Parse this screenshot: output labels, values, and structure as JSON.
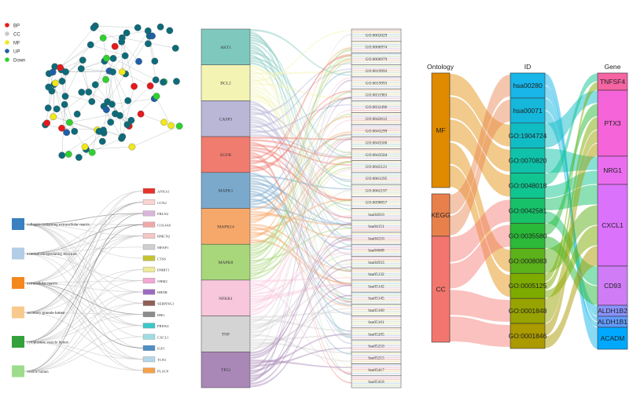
{
  "network": {
    "legend": [
      {
        "label": "BP",
        "color": "#e41a1c"
      },
      {
        "label": "CC",
        "color": "#c9c9c9"
      },
      {
        "label": "MF",
        "color": "#f2e71b"
      },
      {
        "label": "UP",
        "color": "#1f5fa8"
      },
      {
        "label": "Down",
        "color": "#2fd12f"
      }
    ]
  },
  "bipartite": {
    "left": [
      {
        "label": "collagen-containing extracellular matrix",
        "color": "#3a7fc0"
      },
      {
        "label": "external encapsulating structure",
        "color": "#b4cde7"
      },
      {
        "label": "extracellular matrix",
        "color": "#f5871f"
      },
      {
        "label": "secretory granule lumen",
        "color": "#f8c98d"
      },
      {
        "label": "cytoplasmic vesicle lumen",
        "color": "#34a13d"
      },
      {
        "label": "vesicle lumen",
        "color": "#9edc8d"
      }
    ],
    "genes": [
      {
        "label": "ANXA1",
        "color": "#e8332a"
      },
      {
        "label": "CCN2",
        "color": "#f8d5d3"
      },
      {
        "label": "FBLN2",
        "color": "#d9b6d9"
      },
      {
        "label": "COL4A6",
        "color": "#f1a8a8"
      },
      {
        "label": "HMCN2",
        "color": "#f4c8c6"
      },
      {
        "label": "MFAP1",
        "color": "#cfcfcf"
      },
      {
        "label": "CTSS",
        "color": "#c4c433"
      },
      {
        "label": "DMBT1",
        "color": "#eeea9a"
      },
      {
        "label": "ORM2",
        "color": "#f4a8d4"
      },
      {
        "label": "HRNR",
        "color": "#9c6bc1"
      },
      {
        "label": "SERPING1",
        "color": "#8f5f55"
      },
      {
        "label": "HRG",
        "color": "#8c8c8c"
      },
      {
        "label": "PRDX4",
        "color": "#3cc7c7"
      },
      {
        "label": "CXCL1",
        "color": "#9fdce3"
      },
      {
        "label": "IGF1",
        "color": "#4f8fc4"
      },
      {
        "label": "TCN1",
        "color": "#b6d6ea"
      },
      {
        "label": "PLAC8",
        "color": "#f5a14a"
      }
    ]
  },
  "sankey_mid": {
    "genes": [
      {
        "label": "AKT1",
        "color": "#7fc8bd"
      },
      {
        "label": "BCL2",
        "color": "#f3f3b3"
      },
      {
        "label": "CASP3",
        "color": "#b9b6d6"
      },
      {
        "label": "EGFR",
        "color": "#f07b6f"
      },
      {
        "label": "MAPK1",
        "color": "#7aa9cc"
      },
      {
        "label": "MAPK14",
        "color": "#f6a86b"
      },
      {
        "label": "MAPK8",
        "color": "#a8d67a"
      },
      {
        "label": "NFKB1",
        "color": "#f8c7dc"
      },
      {
        "label": "TNF",
        "color": "#d4d4d4"
      },
      {
        "label": "TP53",
        "color": "#a987b6"
      }
    ],
    "terms": [
      "GO:0002029",
      "GO:0006974",
      "GO:0006979",
      "GO:0019992",
      "GO:0019993",
      "GO:0031983",
      "GO:0032496",
      "GO:0042612",
      "GO:0043299",
      "GO:0043500",
      "GO:0043504",
      "GO:0045121",
      "GO:0061295",
      "GO:0062197",
      "GO:0098857",
      "hsa04010",
      "hsa04151",
      "hsa04210",
      "hsa04668",
      "hsa04933",
      "hsa05132",
      "hsa05142",
      "hsa05145",
      "hsa05160",
      "hsa05161",
      "hsa05205",
      "hsa05210",
      "hsa05215",
      "hsa05417",
      "hsa05418"
    ],
    "term_colors": [
      "#f1c9c4",
      "#f6e9c0",
      "#cbe3ef",
      "#d9eac9",
      "#ead8ea",
      "#f7dcc4",
      "#dceadd",
      "#f1efc7",
      "#d5dcef",
      "#efd2dc"
    ]
  },
  "sankey_right": {
    "headers": {
      "ontology": "Ontology",
      "id": "ID",
      "gene": "Gene"
    },
    "ontology": [
      {
        "label": "MF",
        "color": "#e08a00"
      },
      {
        "label": "KEGG",
        "color": "#e8804c"
      },
      {
        "label": "CC",
        "color": "#f3766e"
      }
    ],
    "ids": [
      {
        "label": "hsa00280",
        "color": "#18b6e9"
      },
      {
        "label": "hsa00071",
        "color": "#15b7db"
      },
      {
        "label": "GO:1904724",
        "color": "#11bdc5"
      },
      {
        "label": "GO:0070820",
        "color": "#0fc2a9"
      },
      {
        "label": "GO:0048018",
        "color": "#10c58f"
      },
      {
        "label": "GO:0042581",
        "color": "#17c169"
      },
      {
        "label": "GO:0035580",
        "color": "#2ab938"
      },
      {
        "label": "GO:0008083",
        "color": "#5cb21a"
      },
      {
        "label": "GO:0005125",
        "color": "#7eab00"
      },
      {
        "label": "GO:0001848",
        "color": "#97a300"
      },
      {
        "label": "GO:0001846",
        "color": "#ab9a00"
      }
    ],
    "genes": [
      {
        "label": "TNFSF4",
        "color": "#f564a3"
      },
      {
        "label": "PTX3",
        "color": "#f564d8"
      },
      {
        "label": "NRG1",
        "color": "#ea6df0"
      },
      {
        "label": "CXCL1",
        "color": "#db72fb"
      },
      {
        "label": "CD93",
        "color": "#cf7cf6"
      },
      {
        "label": "ALDH1B2",
        "color": "#8b93ff"
      },
      {
        "label": "ALDH1B1",
        "color": "#619cff"
      },
      {
        "label": "ACADM",
        "color": "#00a9ff"
      }
    ]
  }
}
